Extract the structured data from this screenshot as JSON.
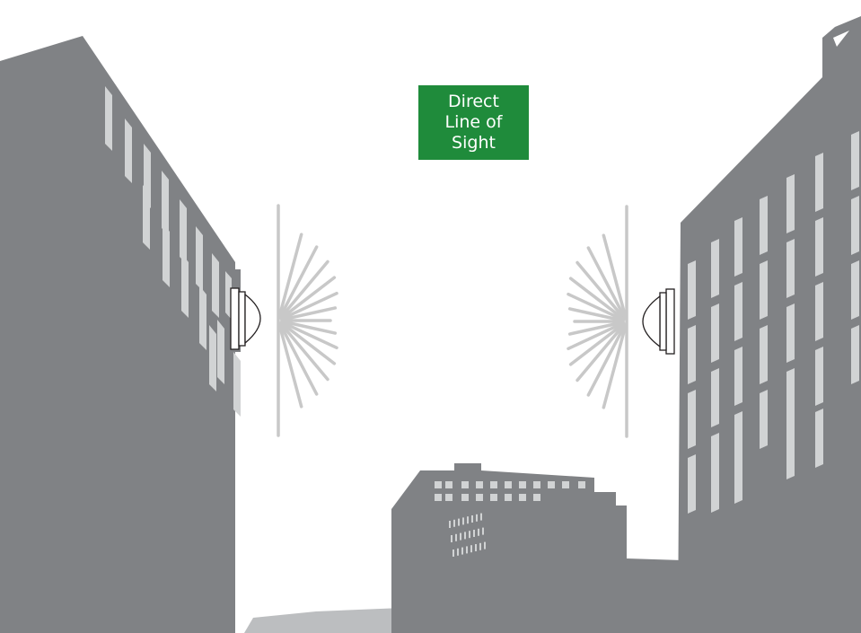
{
  "label": {
    "lines": [
      "Direct",
      "Line of",
      "Sight"
    ]
  },
  "colors": {
    "building": "#808285",
    "building_window": "#d1d3d4",
    "far_building": "#808285",
    "road": "#bcbec0",
    "signal": "#c8c8c8",
    "label_bg": "#1f8b3b",
    "label_text": "#ffffff",
    "radio_outline": "#231f20"
  },
  "icons": {
    "left_device": "wireless-bridge-antenna-icon",
    "right_device": "wireless-bridge-antenna-icon",
    "left_signal": "signal-waves-icon",
    "right_signal": "signal-waves-icon"
  }
}
